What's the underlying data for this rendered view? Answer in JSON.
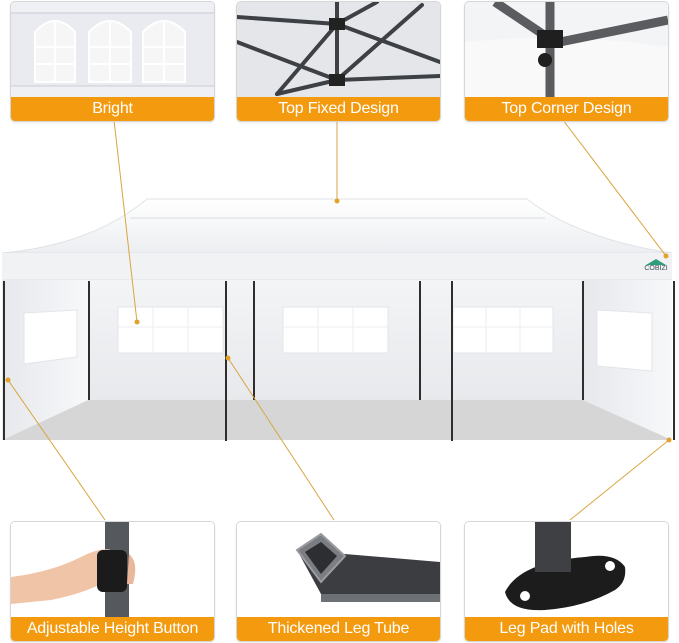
{
  "features": {
    "top": [
      {
        "label": "Bright"
      },
      {
        "label": "Top Fixed Design"
      },
      {
        "label": "Top Corner Design"
      }
    ],
    "bottom": [
      {
        "label": "Adjustable Height Button"
      },
      {
        "label": "Thickened Leg Tube"
      },
      {
        "label": "Leg Pad with Holes"
      }
    ]
  },
  "brand": {
    "logo_text": "COBIZI"
  },
  "colors": {
    "accent": "#f39a0f",
    "leader": "#d8a640",
    "frame": "#3a3a3a",
    "canopy": "#f4f5f7"
  }
}
